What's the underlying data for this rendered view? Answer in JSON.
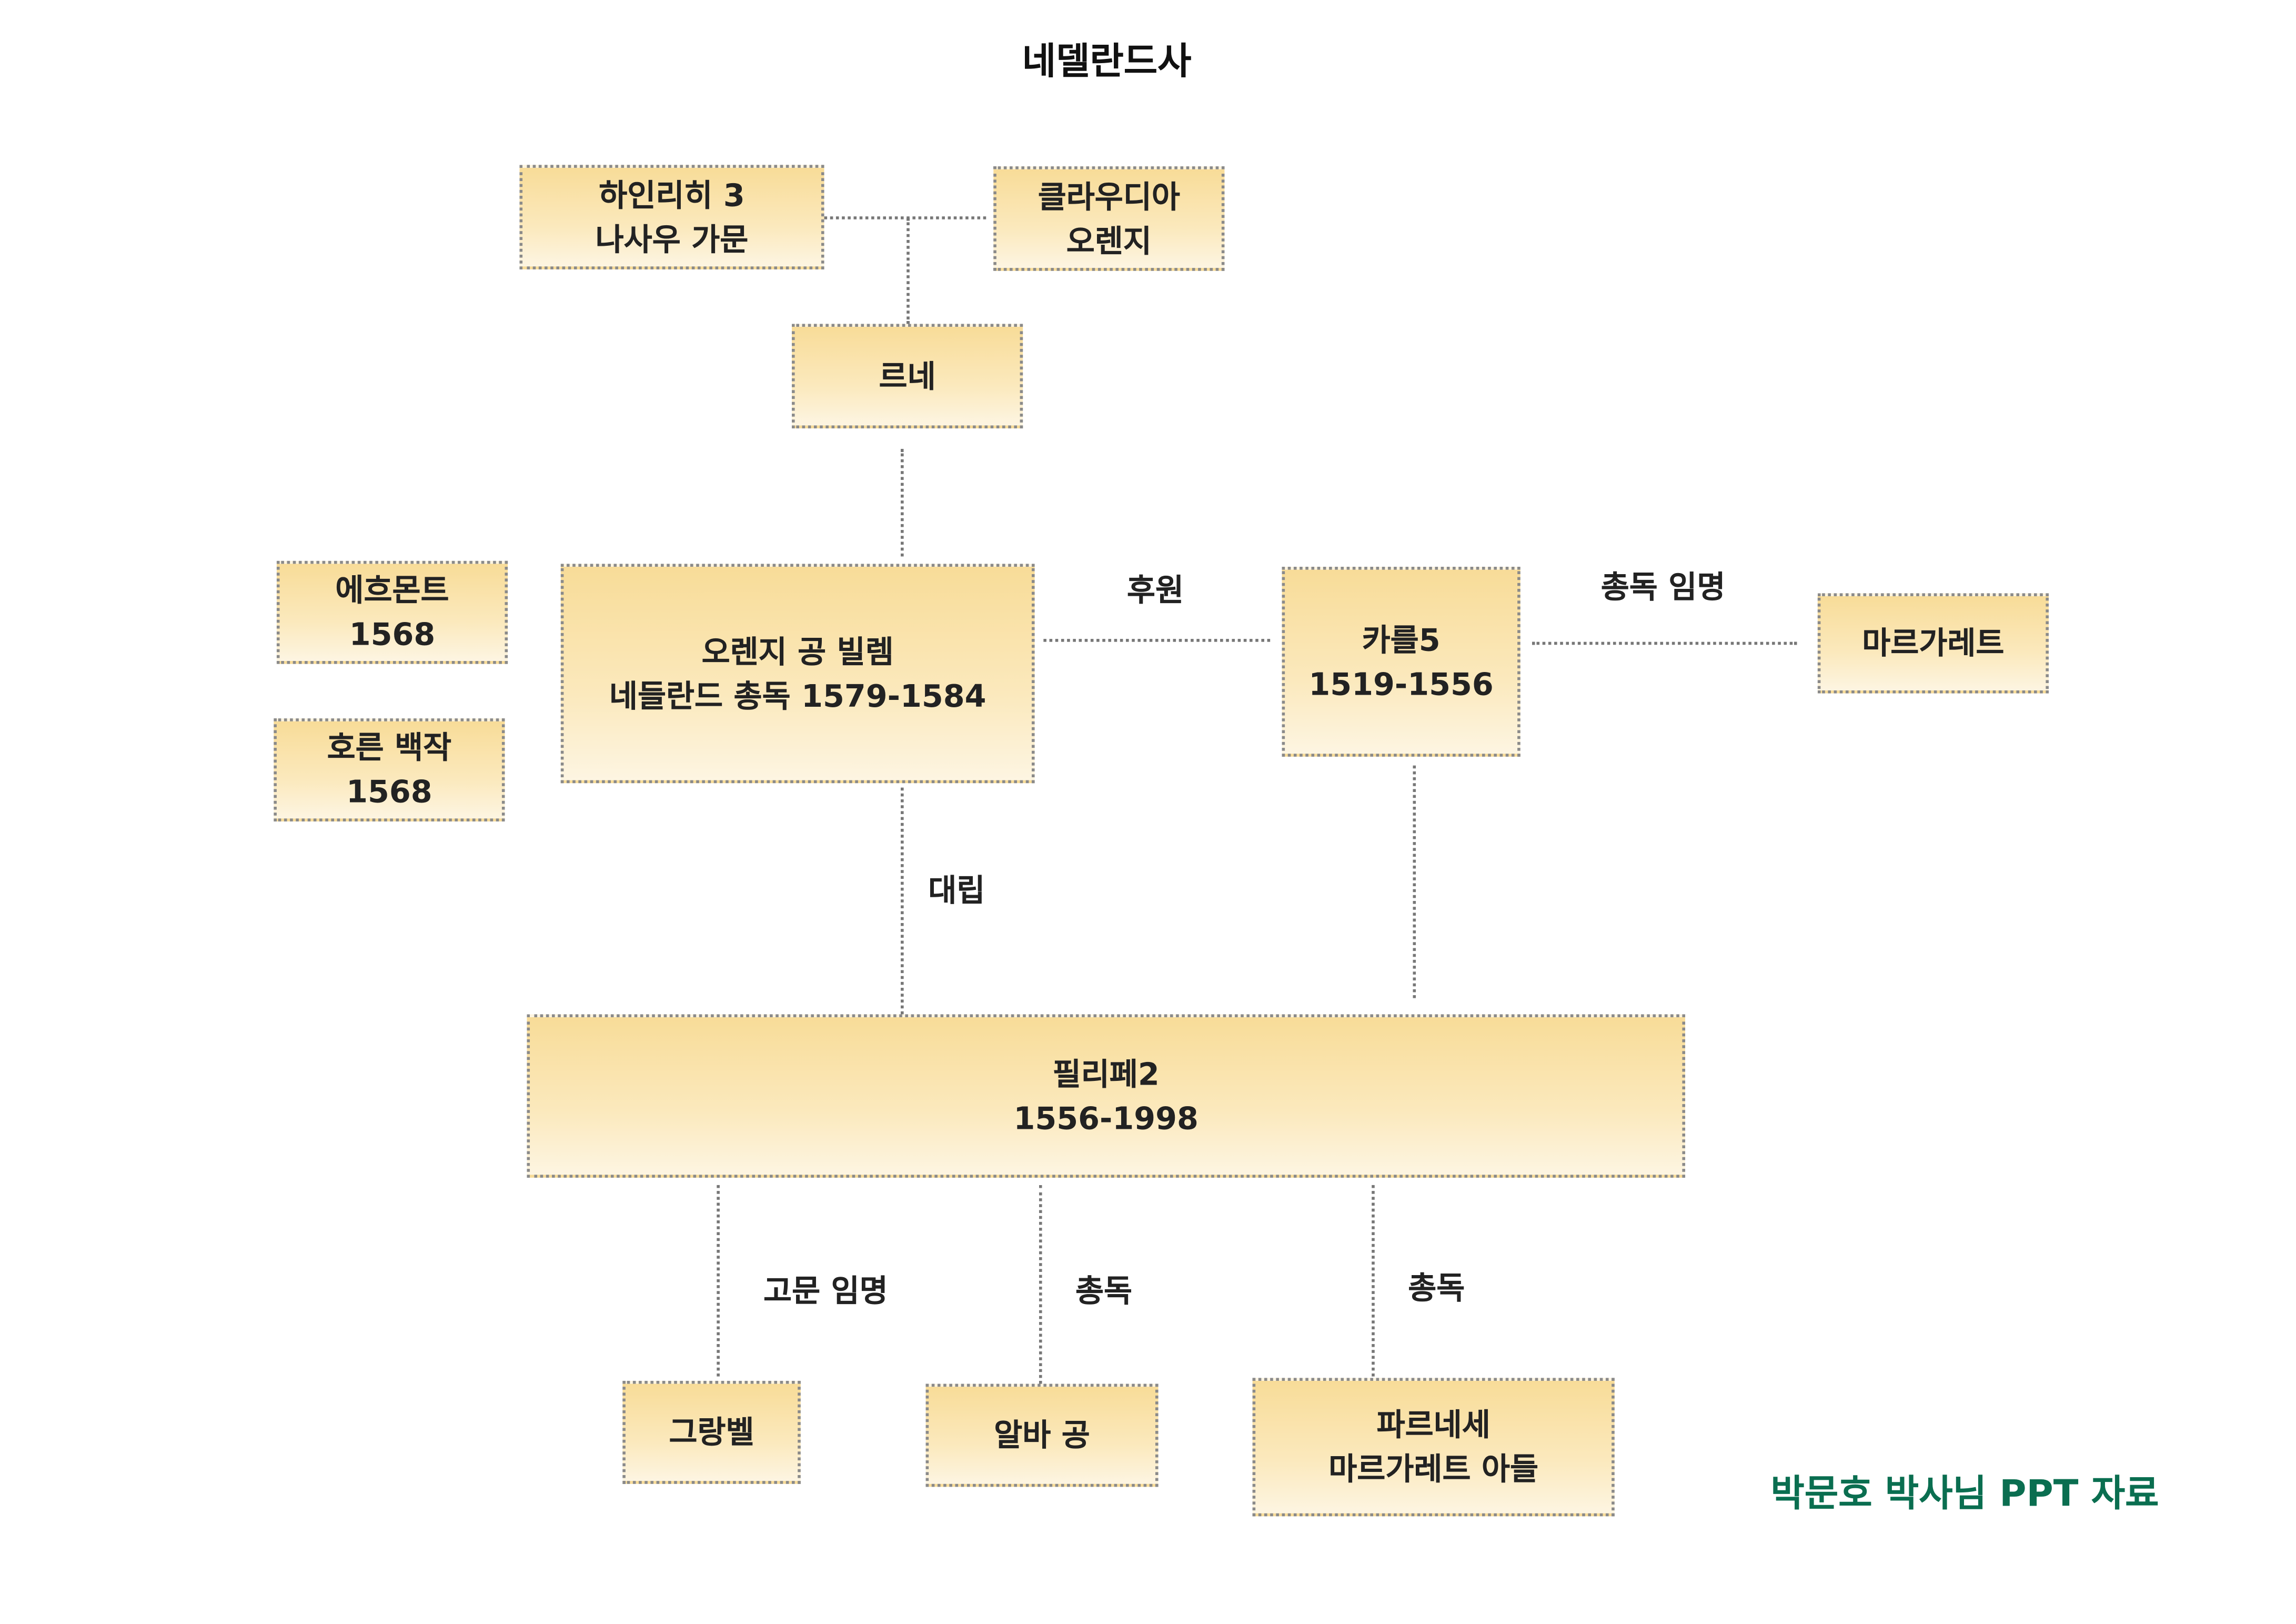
{
  "title": "네델란드사",
  "nodes": {
    "heinrich": [
      "하인리히 3",
      "나사우 가문"
    ],
    "claudia": [
      "클라우디아",
      "오렌지"
    ],
    "rene": [
      "르네"
    ],
    "egmont": [
      "에흐몬트",
      "1568"
    ],
    "horn": [
      "호른 백작",
      "1568"
    ],
    "willem": [
      "오렌지 공 빌렘",
      "네들란드 총독 1579-1584"
    ],
    "karl": [
      "카를5",
      "1519-1556"
    ],
    "margaret": [
      "마르가레트"
    ],
    "philip": [
      "필리페2",
      "1556-1998"
    ],
    "granvelle": [
      "그랑벨"
    ],
    "alba": [
      "알바 공"
    ],
    "farnese": [
      "파르네세",
      "마르가레트 아들"
    ]
  },
  "edges": {
    "sponsor": "후원",
    "appoint_governor": "총독 임명",
    "conflict": "대립",
    "appoint_advisor": "고문 임명",
    "governor_alba": "총독",
    "governor_farnese": "총독"
  },
  "footer": "박문호 박사님 PPT 자료",
  "colors": {
    "footer": "#0a6e50",
    "box": "#f8dc98"
  }
}
